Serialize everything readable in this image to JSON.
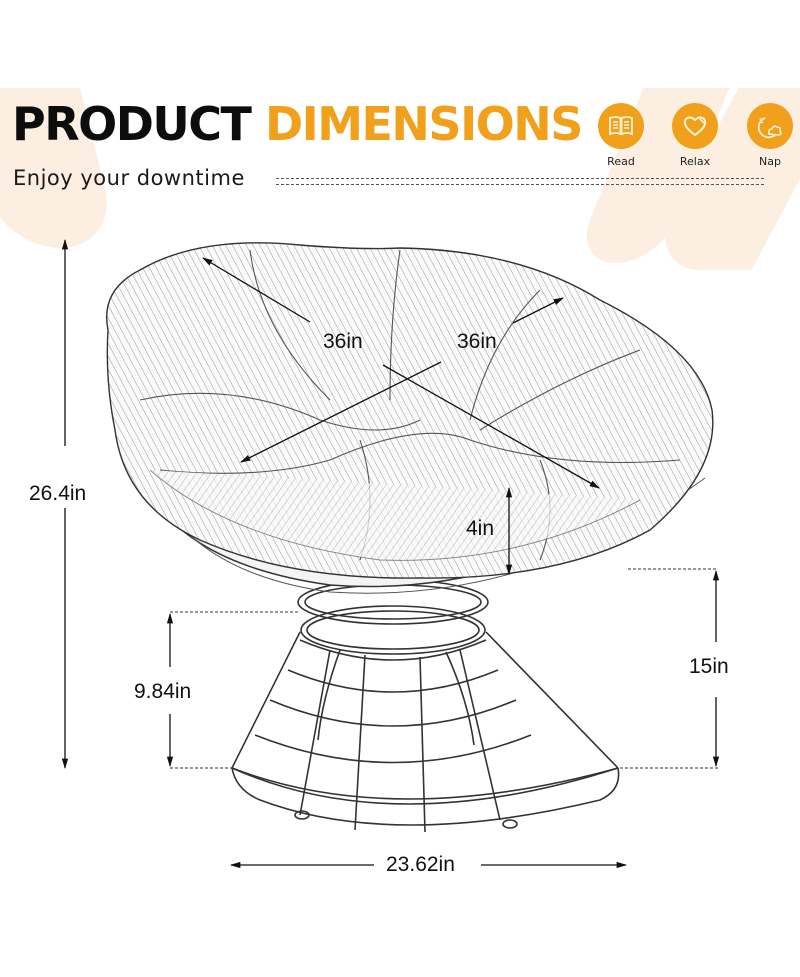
{
  "header": {
    "title_part1": "PRODUCT",
    "title_part2": "DIMENSIONS",
    "subtitle": "Enjoy your downtime",
    "accent_color": "#f0a01a",
    "background_tint": "#fcefe2"
  },
  "features": [
    {
      "label": "Read",
      "icon": "open-book-icon"
    },
    {
      "label": "Relax",
      "icon": "heart-icon"
    },
    {
      "label": "Nap",
      "icon": "moon-cloud-icon"
    }
  ],
  "dimensions": {
    "total_height": "26.4in",
    "cushion_width": "36in",
    "cushion_depth": "36in",
    "cushion_thickness": "4in",
    "seat_height": "15in",
    "base_height": "9.84in",
    "base_width": "23.62in"
  }
}
